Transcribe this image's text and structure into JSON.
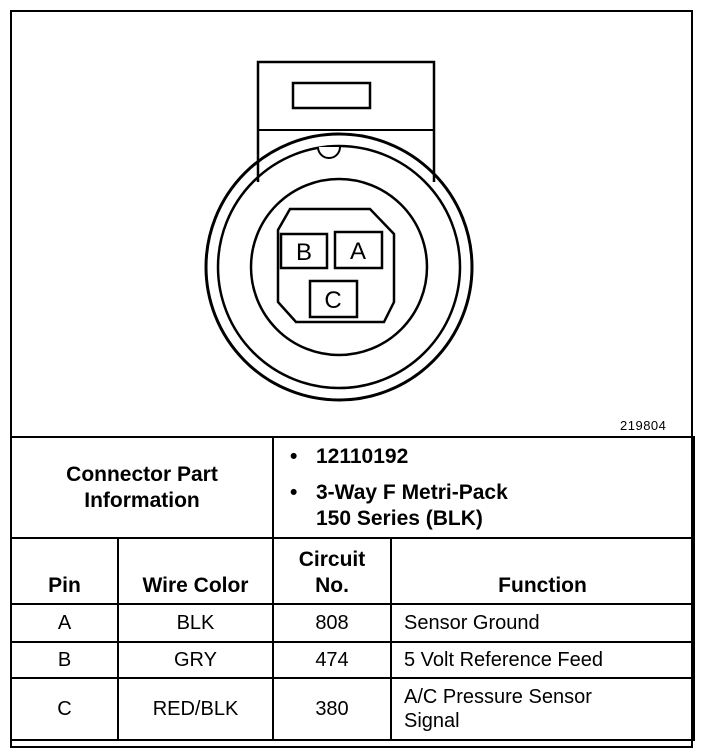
{
  "connector": {
    "figure_number": "219804",
    "pin_labels": {
      "a": "A",
      "b": "B",
      "c": "C"
    }
  },
  "part_info": {
    "label_line1": "Connector Part",
    "label_line2": "Information",
    "bullet": "•",
    "part_number": "12110192",
    "description_line1": "3-Way F Metri-Pack",
    "description_line2": "150 Series (BLK)"
  },
  "table": {
    "headers": {
      "pin": "Pin",
      "wire_color": "Wire Color",
      "circuit_line1": "Circuit",
      "circuit_line2": "No.",
      "function": "Function"
    },
    "rows": [
      {
        "pin": "A",
        "wire_color": "BLK",
        "circuit": "808",
        "function_line1": "Sensor Ground",
        "function_line2": ""
      },
      {
        "pin": "B",
        "wire_color": "GRY",
        "circuit": "474",
        "function_line1": "5 Volt Reference Feed",
        "function_line2": ""
      },
      {
        "pin": "C",
        "wire_color": "RED/BLK",
        "circuit": "380",
        "function_line1": "A/C Pressure Sensor",
        "function_line2": "Signal"
      }
    ]
  }
}
